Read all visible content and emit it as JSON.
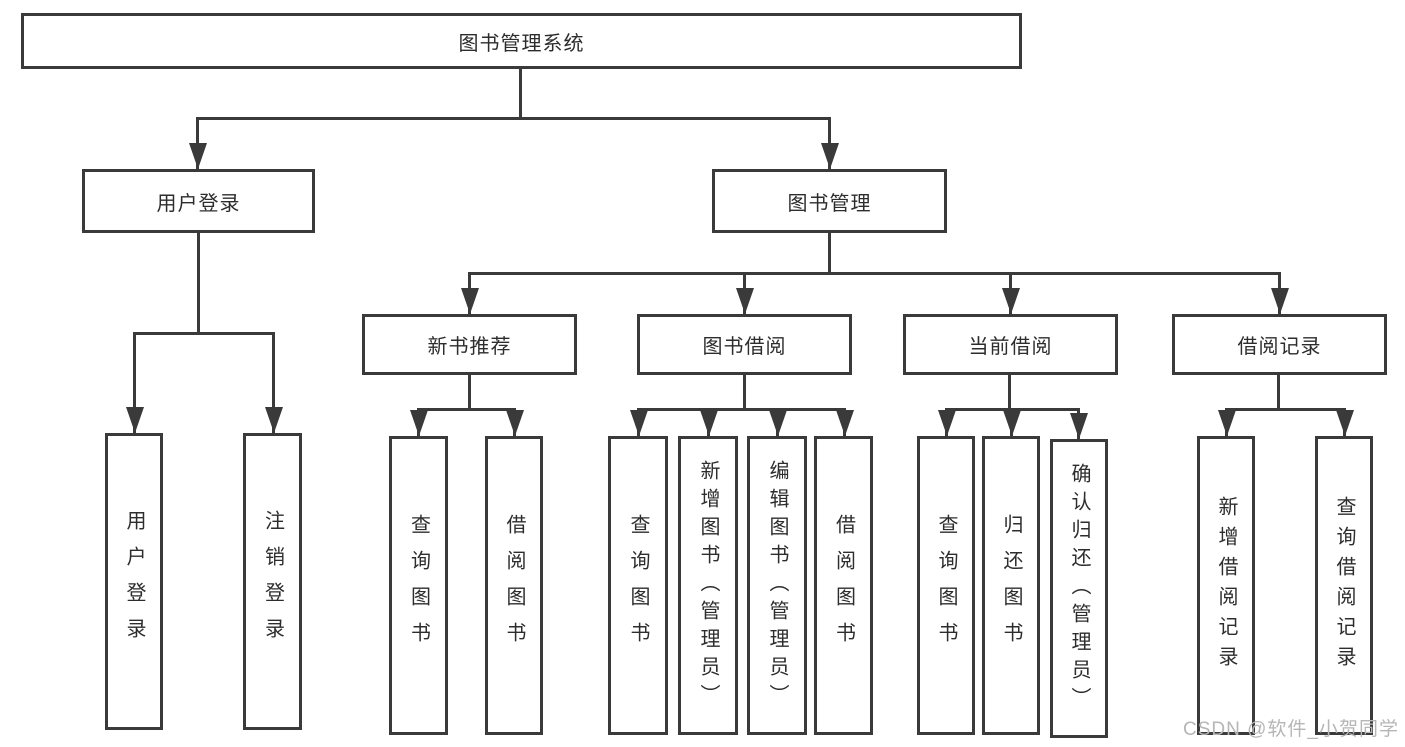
{
  "diagram": {
    "root": {
      "label": "图书管理系统"
    },
    "branches": {
      "user_login": {
        "label": "用户登录",
        "leaves": [
          "用户登录",
          "注销登录"
        ]
      },
      "book_management": {
        "label": "图书管理",
        "groups": [
          {
            "label": "新书推荐",
            "leaves": [
              "查询图书",
              "借阅图书"
            ]
          },
          {
            "label": "图书借阅",
            "leaves": [
              "查询图书",
              "新增图书（管理员）",
              "编辑图书（管理员）",
              "借阅图书"
            ]
          },
          {
            "label": "当前借阅",
            "leaves": [
              "查询图书",
              "归还图书",
              "确认归还（管理员）"
            ]
          },
          {
            "label": "借阅记录",
            "leaves": [
              "新增借阅记录",
              "查询借阅记录"
            ]
          }
        ]
      }
    }
  },
  "colors": {
    "line": "#3a3a3a",
    "box_border": "#3a3a3a",
    "text": "#2d2d2d",
    "background": "#ffffff",
    "watermark": "#b6b6b6"
  },
  "watermark": {
    "text": "CSDN @软件_小贺同学"
  }
}
